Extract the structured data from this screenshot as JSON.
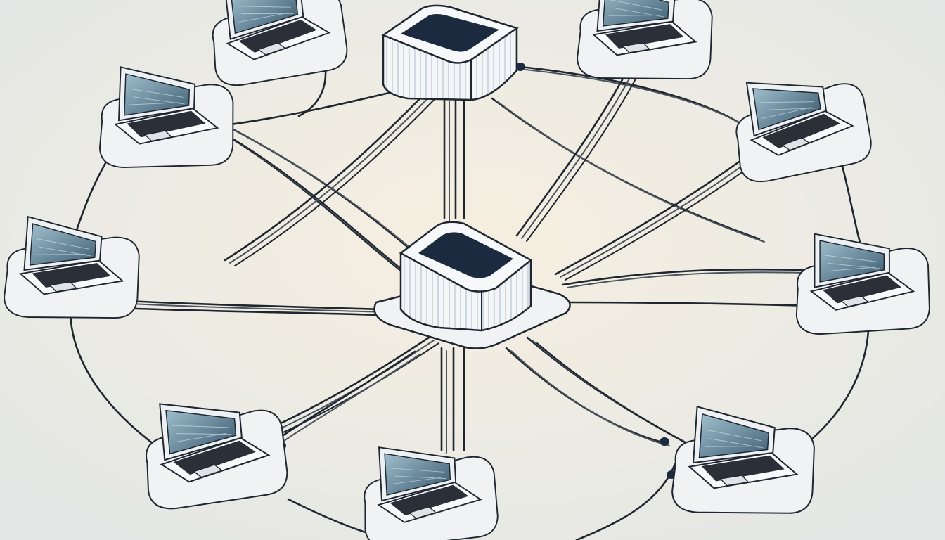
{
  "colors": {
    "background_center": "#f6efe0",
    "background_edge": "#e4e7e6",
    "cable": "#1f2630",
    "cable_light": "#4b535d",
    "device_body": "#f3f5f7",
    "device_stripe": "#cfd9e1",
    "device_top": "#1c2a3f",
    "screen_dark": "#3c5a70",
    "screen_light": "#9fbfcd",
    "keyboard": "#2b3038",
    "pad": "#e9ecef"
  },
  "devices": {
    "hubs": [
      {
        "name": "top-hub",
        "icon": "network-switch-icon"
      },
      {
        "name": "central-hub",
        "icon": "network-switch-icon"
      }
    ],
    "laptops": [
      {
        "name": "laptop-top-left",
        "icon": "laptop-icon"
      },
      {
        "name": "laptop-top-right",
        "icon": "laptop-icon"
      },
      {
        "name": "laptop-upper-left",
        "icon": "laptop-icon"
      },
      {
        "name": "laptop-upper-right",
        "icon": "laptop-icon"
      },
      {
        "name": "laptop-mid-left",
        "icon": "laptop-icon"
      },
      {
        "name": "laptop-mid-right",
        "icon": "laptop-icon"
      },
      {
        "name": "laptop-lower-left",
        "icon": "laptop-icon"
      },
      {
        "name": "laptop-bottom-center",
        "icon": "laptop-icon"
      },
      {
        "name": "laptop-lower-right",
        "icon": "laptop-icon"
      }
    ]
  }
}
